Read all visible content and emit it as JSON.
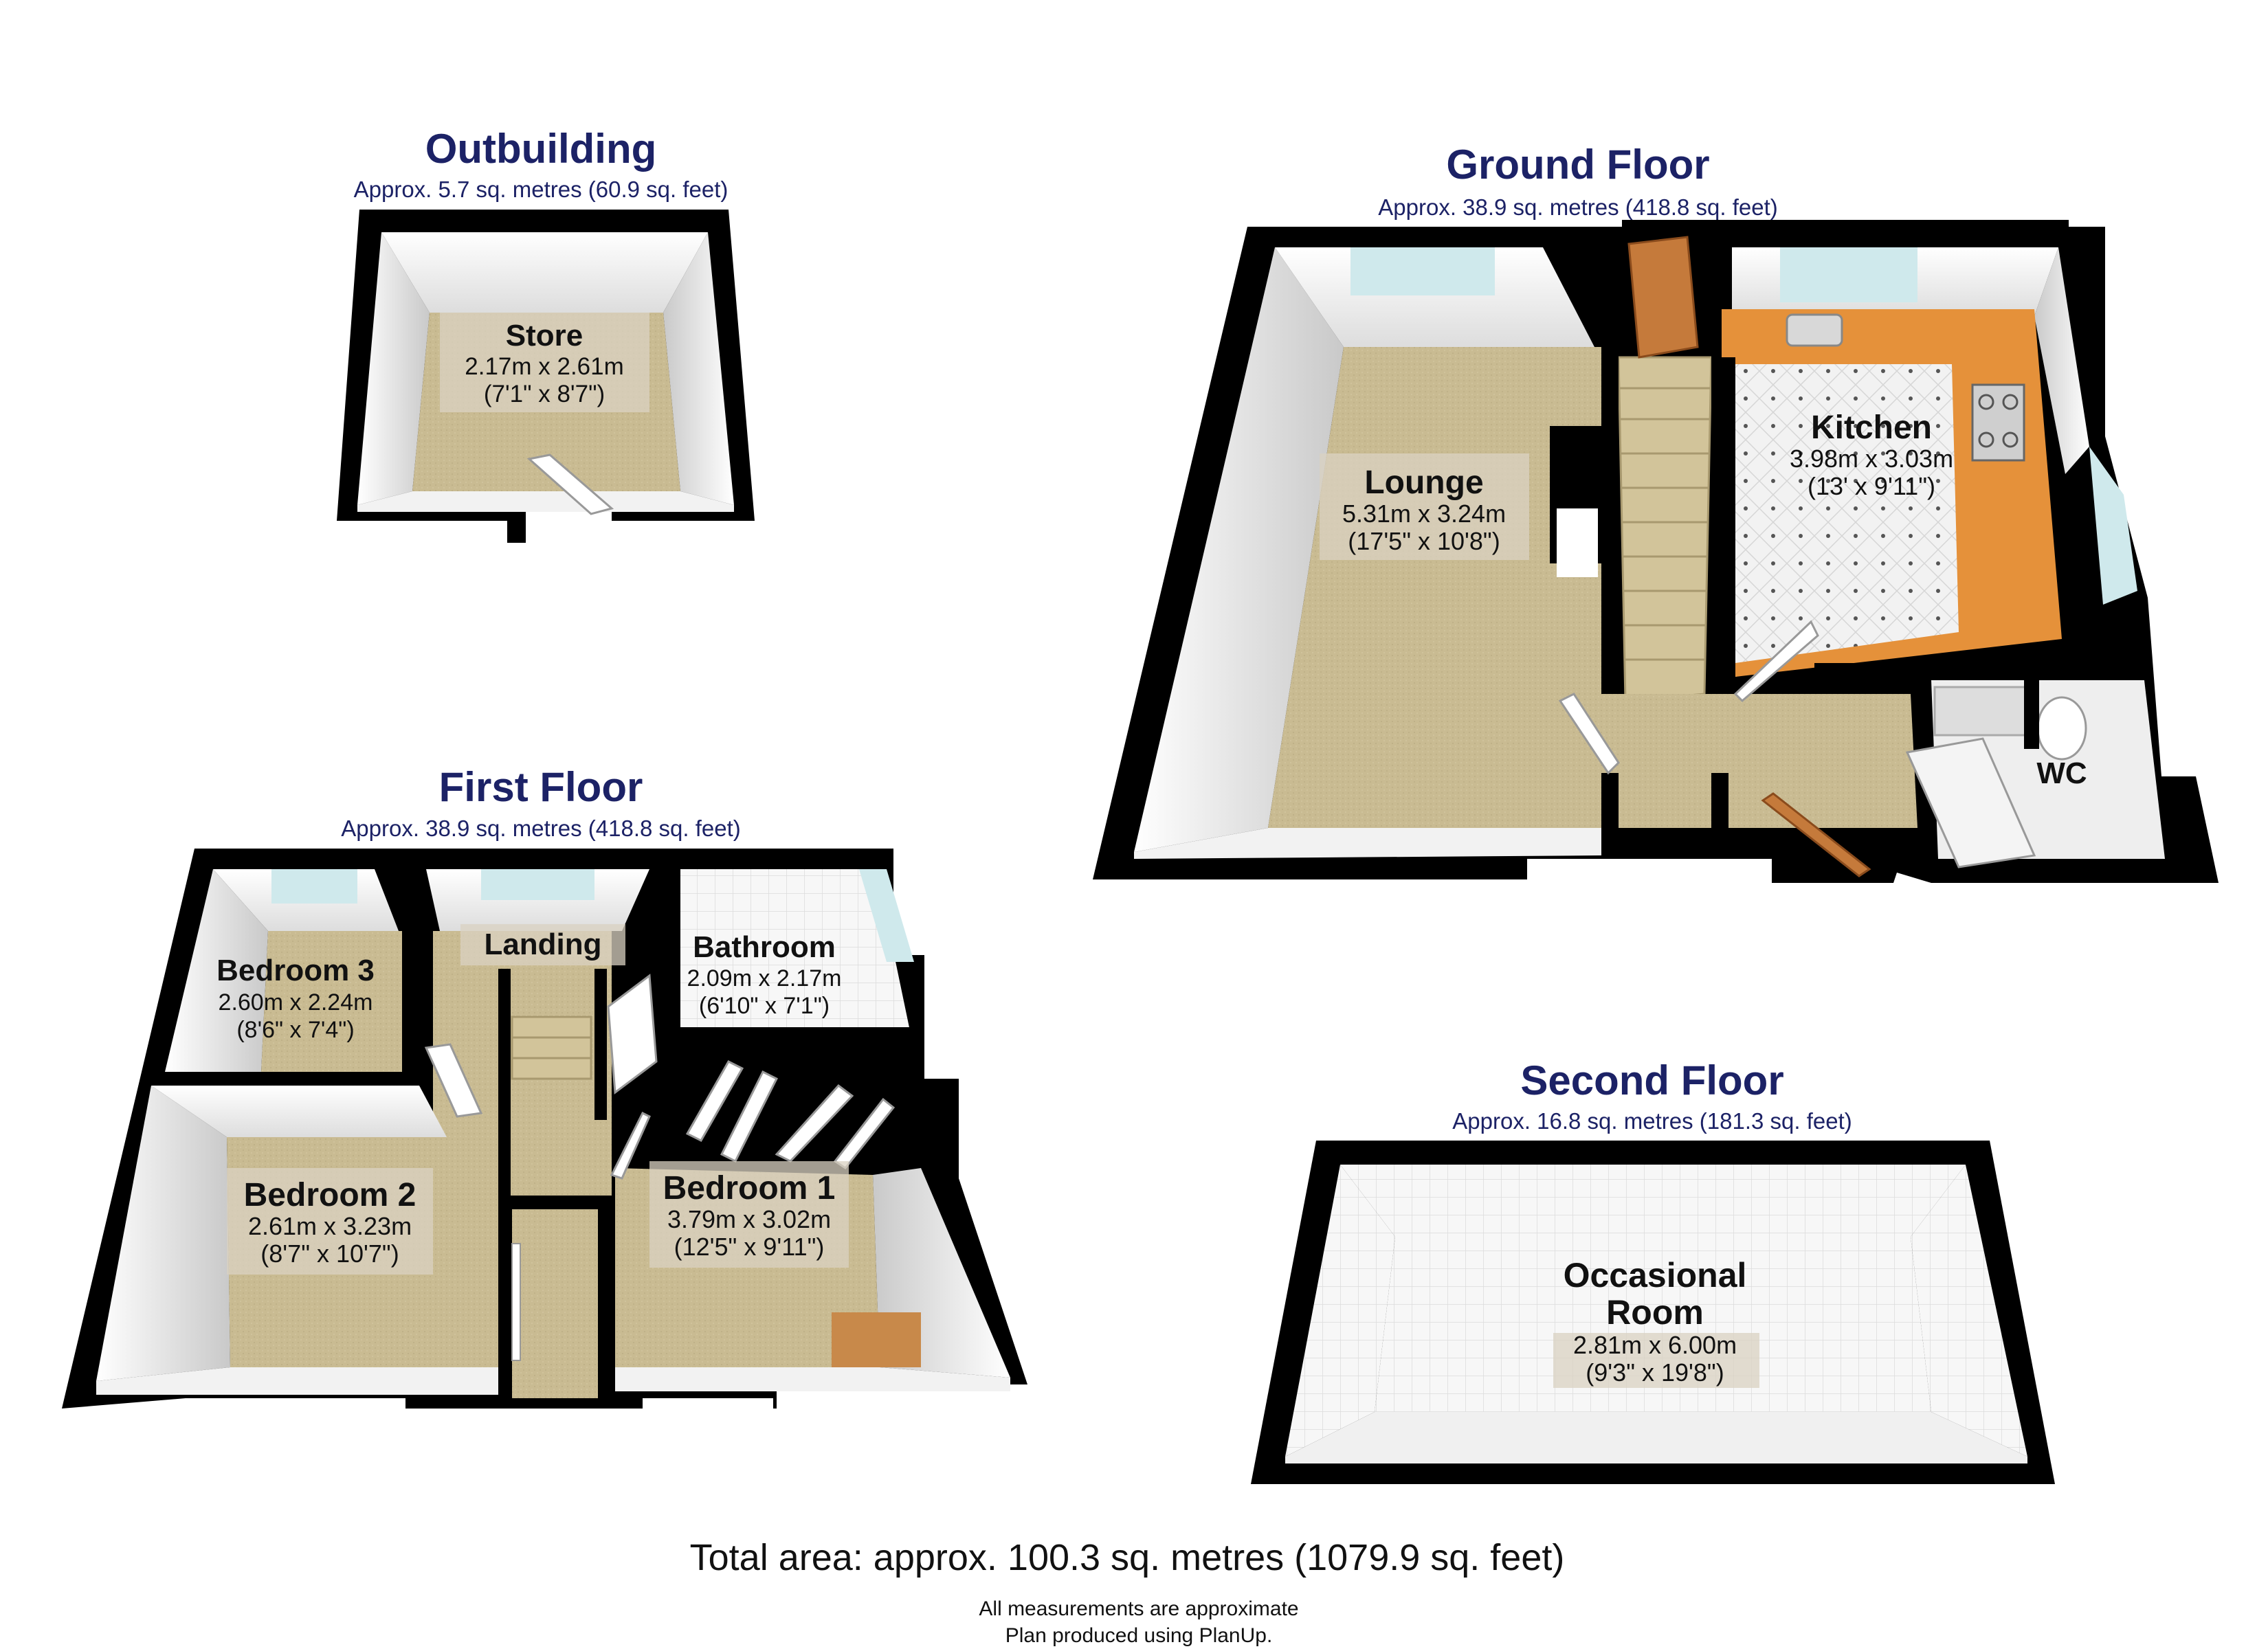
{
  "colors": {
    "heading": "#1c2266",
    "wall": "#000000",
    "carpet": "#c9bb92",
    "tile": "#e8e8e8",
    "worktop": "#e5913a",
    "window": "#cfe9ec"
  },
  "floors": {
    "outbuilding": {
      "title": "Outbuilding",
      "area": "Approx. 5.7 sq. metres (60.9 sq. feet)",
      "rooms": {
        "store": {
          "name": "Store",
          "metric": "2.17m x 2.61m",
          "imperial": "(7'1\" x 8'7\")"
        }
      }
    },
    "ground": {
      "title": "Ground Floor",
      "area": "Approx. 38.9 sq. metres (418.8 sq. feet)",
      "rooms": {
        "lounge": {
          "name": "Lounge",
          "metric": "5.31m x 3.24m",
          "imperial": "(17'5\" x 10'8\")"
        },
        "kitchen": {
          "name": "Kitchen",
          "metric": "3.98m x 3.03m",
          "imperial": "(13' x 9'11\")"
        },
        "wc": {
          "name": "WC"
        }
      }
    },
    "first": {
      "title": "First Floor",
      "area": "Approx. 38.9 sq. metres (418.8 sq. feet)",
      "rooms": {
        "bedroom3": {
          "name": "Bedroom 3",
          "metric": "2.60m x 2.24m",
          "imperial": "(8'6\" x 7'4\")"
        },
        "landing": {
          "name": "Landing"
        },
        "bathroom": {
          "name": "Bathroom",
          "metric": "2.09m x 2.17m",
          "imperial": "(6'10\" x 7'1\")"
        },
        "bedroom2": {
          "name": "Bedroom 2",
          "metric": "2.61m x 3.23m",
          "imperial": "(8'7\" x 10'7\")"
        },
        "bedroom1": {
          "name": "Bedroom 1",
          "metric": "3.79m x 3.02m",
          "imperial": "(12'5\" x 9'11\")"
        }
      }
    },
    "second": {
      "title": "Second Floor",
      "area": "Approx. 16.8 sq. metres (181.3 sq. feet)",
      "rooms": {
        "occasional": {
          "name_line1": "Occasional",
          "name_line2": "Room",
          "metric": "2.81m x 6.00m",
          "imperial": "(9'3\" x 19'8\")"
        }
      }
    }
  },
  "footer": {
    "total": "Total area: approx. 100.3 sq. metres (1079.9 sq. feet)",
    "note1": "All measurements are approximate",
    "note2": "Plan produced using PlanUp."
  }
}
